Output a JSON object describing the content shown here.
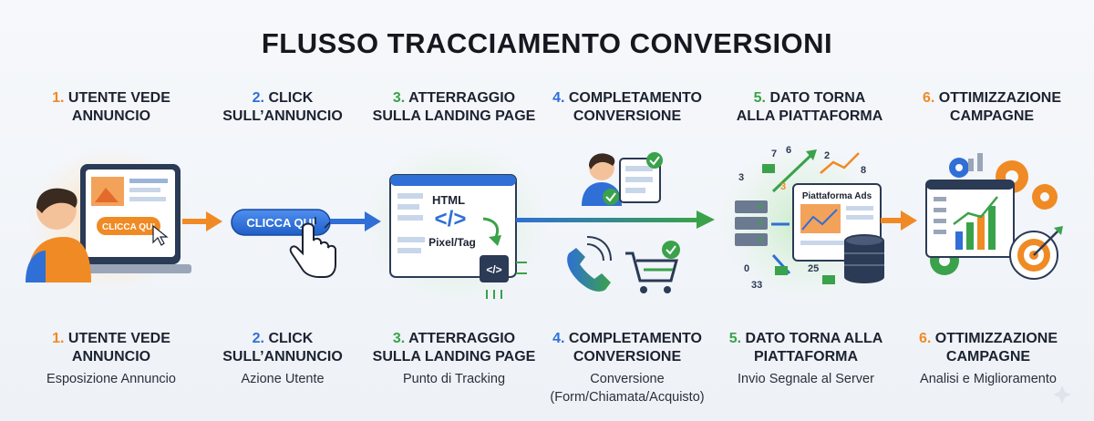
{
  "title": "FLUSSO TRACCIAMENTO CONVERSIONI",
  "colors": {
    "orange": "#f08a24",
    "blue": "#2f6fd6",
    "green": "#3aa24a",
    "teal": "#1f7f9a"
  },
  "steps_top": [
    {
      "num": "1.",
      "label": "UTENTE VEDE",
      "label2": "ANNUNCIO"
    },
    {
      "num": "2.",
      "label": "CLICK",
      "label2": "SULL’ANNUNCIO"
    },
    {
      "num": "3.",
      "label": "ATTERRAGGIO",
      "label2": "SULLA LANDING PAGE"
    },
    {
      "num": "4.",
      "label": "COMPLETAMENTO",
      "label2": "CONVERSIONE"
    },
    {
      "num": "5.",
      "label": "DATO TORNA",
      "label2": "ALLA PIATTAFORMA"
    },
    {
      "num": "6.",
      "label": "OTTIMIZZAZIONE",
      "label2": "CAMPAGNE"
    }
  ],
  "steps_bottom": [
    {
      "num": "1.",
      "label": "UTENTE VEDE",
      "label2": "ANNUNCIO",
      "desc": "Esposizione Annuncio",
      "desc2": ""
    },
    {
      "num": "2.",
      "label": "CLICK",
      "label2": "SULL’ANNUNCIO",
      "desc": "Azione Utente",
      "desc2": ""
    },
    {
      "num": "3.",
      "label": "ATTERRAGGIO",
      "label2": "SULLA LANDING PAGE",
      "desc": "Punto di Tracking",
      "desc2": ""
    },
    {
      "num": "4.",
      "label": "COMPLETAMENTO",
      "label2": "CONVERSIONE",
      "desc": "Conversione",
      "desc2": "(Form/Chiamata/Acquisto)"
    },
    {
      "num": "5.",
      "label": "DATO TORNA ALLA",
      "label2": "PIATTAFORMA",
      "desc": "Invio Segnale al Server",
      "desc2": ""
    },
    {
      "num": "6.",
      "label": "OTTIMIZZAZIONE",
      "label2": "CAMPAGNE",
      "desc": "Analisi e Miglioramento",
      "desc2": ""
    }
  ],
  "illustrations": {
    "ad_button": "CLICCA QUI",
    "click_button": "CLICCA QUI",
    "html_label": "HTML",
    "code_glyph": "</>",
    "pixel_label": "Pixel/Tag",
    "platform_label": "Piattaforma Ads",
    "floating_numbers": [
      "7",
      "6",
      "2",
      "3",
      "8",
      "3",
      "25",
      "0",
      "33"
    ]
  },
  "icons": [
    "user-at-laptop-icon",
    "pointer-hand-icon",
    "code-tag-icon",
    "form-check-icon",
    "phone-icon",
    "cart-icon",
    "server-icon",
    "database-icon",
    "gear-icon",
    "target-icon",
    "bar-chart-icon"
  ]
}
